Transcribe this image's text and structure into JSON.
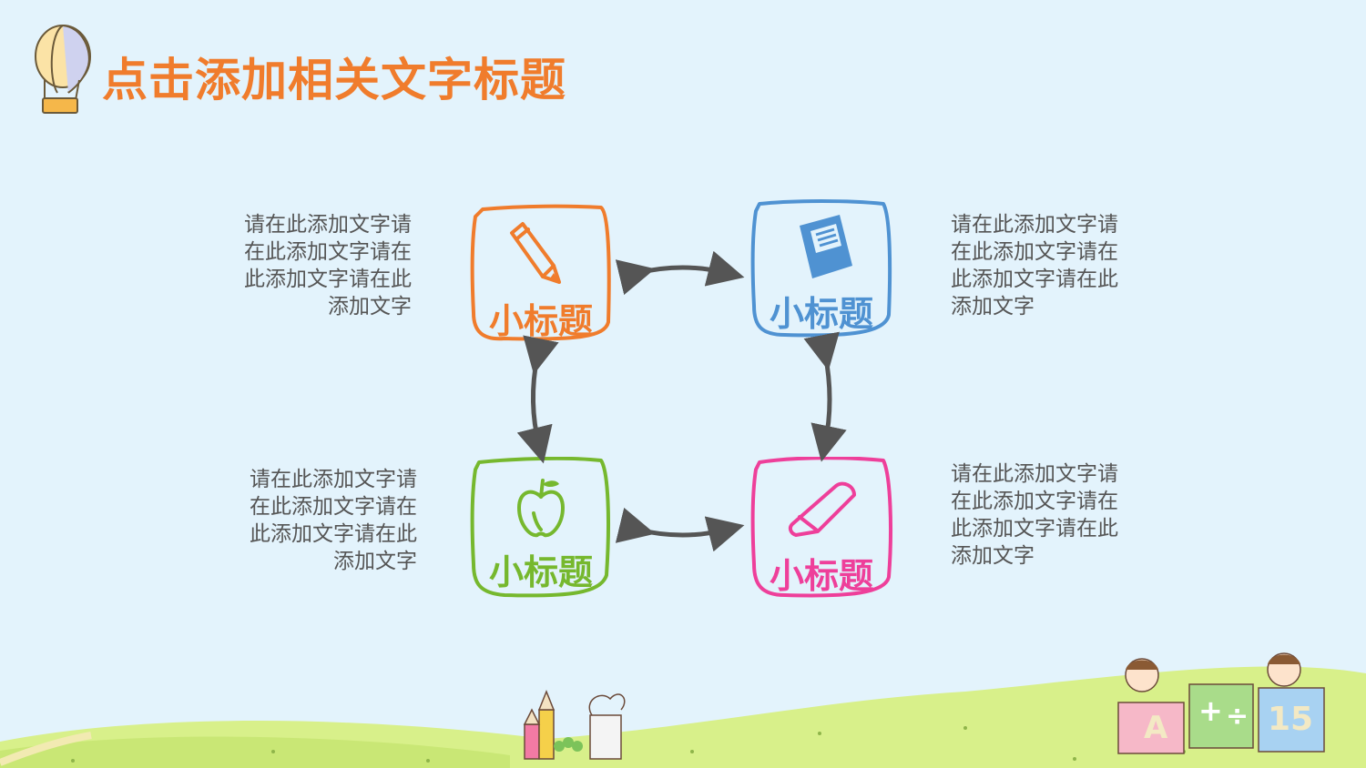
{
  "title": "点击添加相关文字标题",
  "colors": {
    "orange": "#f07c2c",
    "blue": "#4f92d2",
    "green": "#76b82e",
    "pink": "#ee3f9a",
    "text": "#555555",
    "arrow": "#555555"
  },
  "cards": [
    {
      "label": "小标题",
      "icon": "pencil-icon",
      "color": "#f07c2c"
    },
    {
      "label": "小标题",
      "icon": "book-icon",
      "color": "#4f92d2"
    },
    {
      "label": "小标题",
      "icon": "apple-icon",
      "color": "#76b82e"
    },
    {
      "label": "小标题",
      "icon": "eraser-icon",
      "color": "#ee3f9a"
    }
  ],
  "descriptions": {
    "top_left": [
      "请在此添加文字请",
      "在此添加文字请在",
      "此添加文字请在此",
      "添加文字"
    ],
    "top_right": [
      "请在此添加文字请",
      "在此添加文字请在",
      "此添加文字请在此",
      "添加文字"
    ],
    "bottom_left": [
      "请在此添加文字请",
      "在此添加文字请在",
      "此添加文字请在此",
      "添加文字"
    ],
    "bottom_right": [
      "请在此添加文字请",
      "在此添加文字请在",
      "此添加文字请在此",
      "添加文字"
    ]
  },
  "decor": {
    "balloon": "hot-air-balloon-icon",
    "blocks": [
      "A",
      "+",
      "÷",
      "15"
    ]
  }
}
